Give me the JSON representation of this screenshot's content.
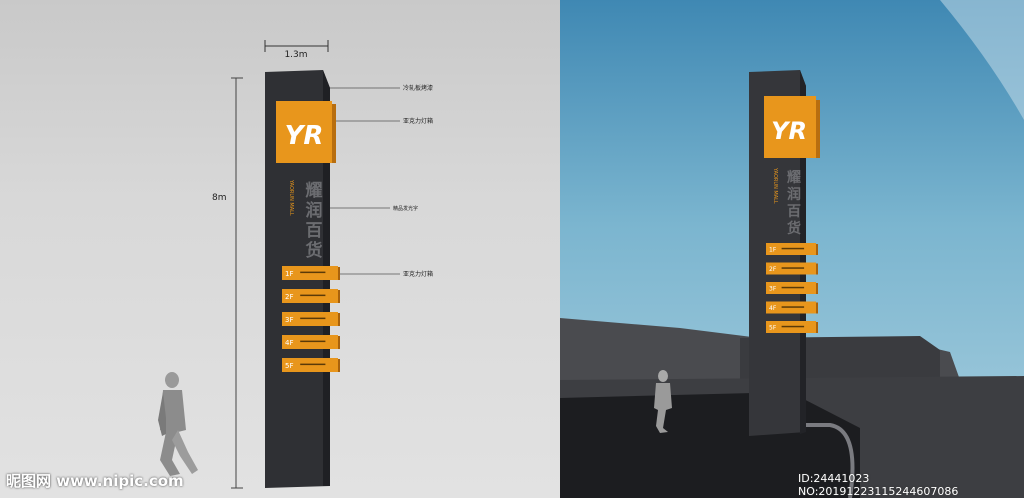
{
  "dimensions": {
    "width_label": "1.3m",
    "height_label": "8m"
  },
  "callouts": [
    "冷轧板烤漆",
    "亚克力灯箱",
    "精品发光字",
    "亚克力灯箱"
  ],
  "sign": {
    "logo": "YR",
    "vertical_cn": "耀润百货",
    "vertical_en": "YAORUN MALL",
    "floors": [
      "1F",
      "2F",
      "3F",
      "4F",
      "5F"
    ]
  },
  "watermark": {
    "left": "昵图网 www.nipic.com",
    "right": "ID:24441023 NO:20191223115244607086"
  },
  "colors": {
    "orange": "#e8961c",
    "pylon": "#333438",
    "pylon_side": "#25262a"
  }
}
